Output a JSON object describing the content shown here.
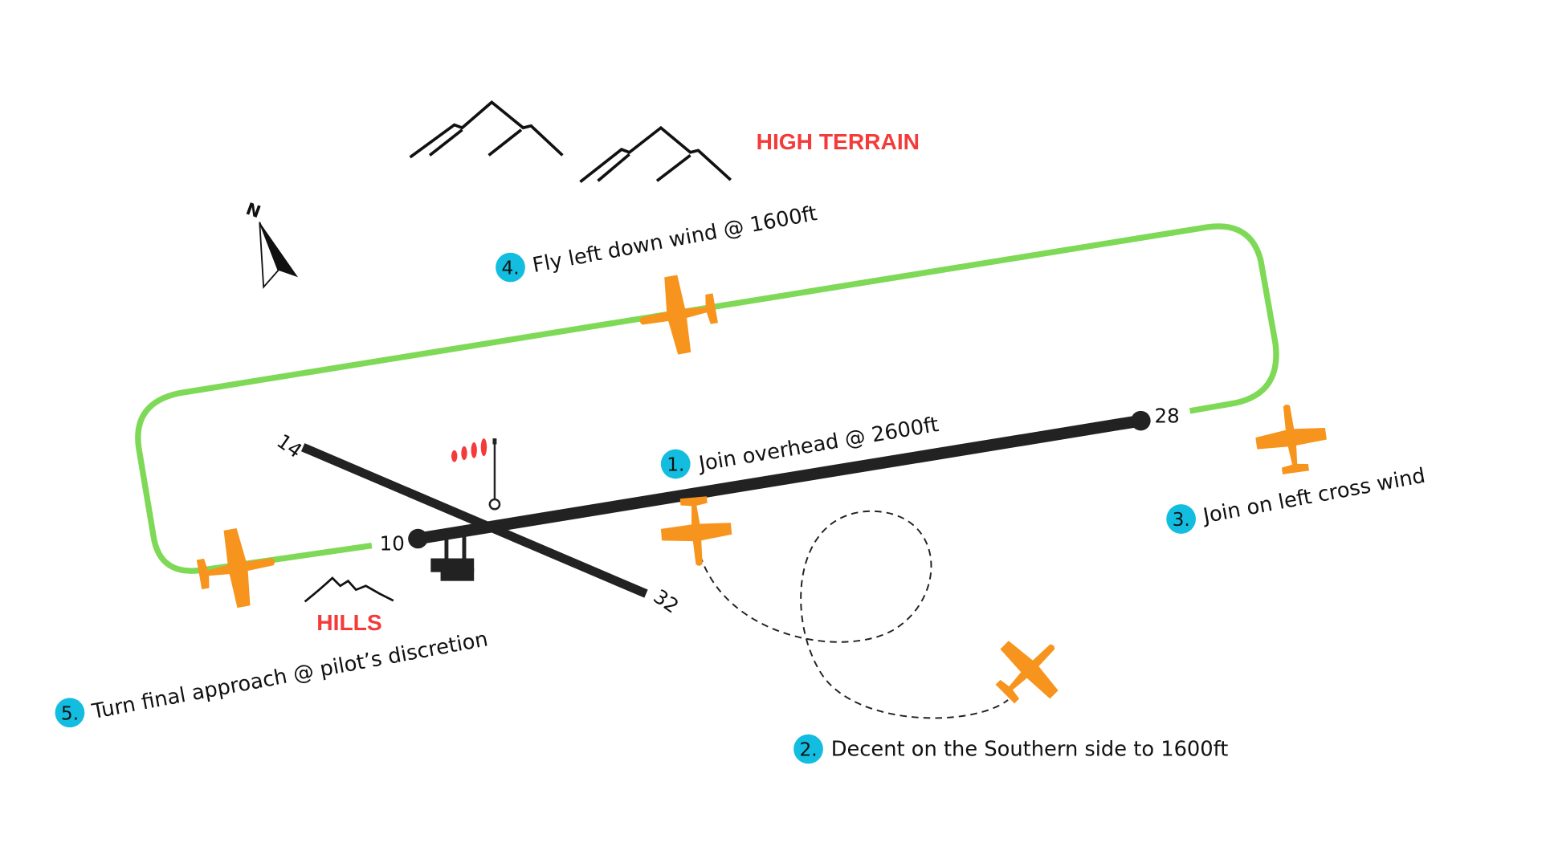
{
  "colors": {
    "pattern": "#7ed957",
    "runway": "#222222",
    "aircraft": "#f7941d",
    "step_badge": "#12bde0",
    "warning": "#f53a3a"
  },
  "labels": {
    "high_terrain": "HIGH TERRAIN",
    "hills": "HILLS",
    "north": "N"
  },
  "runways": {
    "r10": "10",
    "r28": "28",
    "r14": "14",
    "r32": "32"
  },
  "steps": [
    {
      "num": "1.",
      "text": "Join overhead @ 2600ft"
    },
    {
      "num": "2.",
      "text": "Decent on the Southern side to 1600ft"
    },
    {
      "num": "3.",
      "text": "Join on left cross wind"
    },
    {
      "num": "4.",
      "text": "Fly left down wind @ 1600ft"
    },
    {
      "num": "5.",
      "text": "Turn final approach @ pilot’s discretion"
    }
  ]
}
